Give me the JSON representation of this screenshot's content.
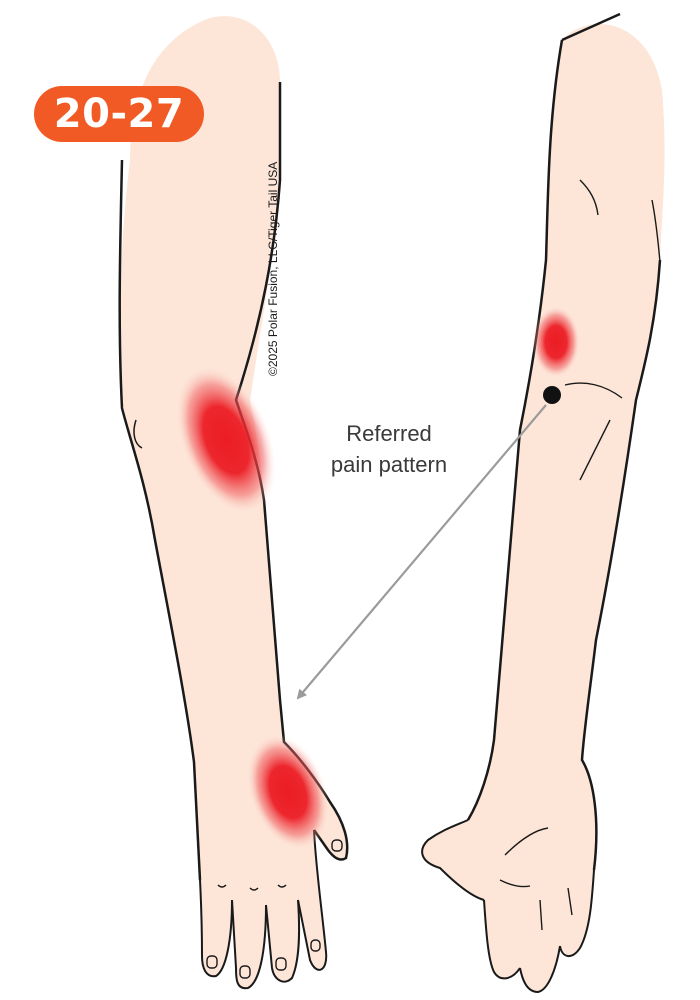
{
  "badge": {
    "text": "20-27"
  },
  "copyright": {
    "text": "©2025 Polar Fusion, LLC/Tiger Tail USA"
  },
  "annotation": {
    "line1": "Referred",
    "line2": "pain pattern"
  },
  "colors": {
    "badge": "#f15a24",
    "skin": "#fde6d8",
    "outline": "#1a1a1a",
    "pain": "#ec1c24",
    "arrow": "#9b9b9b",
    "trigger_point": "#111111"
  },
  "figures": {
    "left_arm": "referred-pain-arm",
    "right_arm": "trigger-point-arm"
  }
}
